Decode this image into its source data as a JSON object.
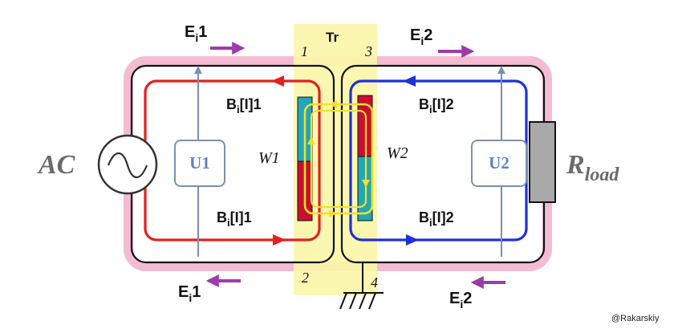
{
  "labels": {
    "ei1_top_base": "E",
    "ei1_top_sub": "i",
    "ei1_top_num": "1",
    "ei2_top_base": "E",
    "ei2_top_sub": "i",
    "ei2_top_num": "2",
    "ei1_bot_base": "E",
    "ei1_bot_sub": "i",
    "ei1_bot_num": "1",
    "ei2_bot_base": "E",
    "ei2_bot_sub": "i",
    "ei2_bot_num": "2",
    "bi1_top": {
      "base": "B",
      "sub": "i",
      "rest": "[I]1"
    },
    "bi1_bot": {
      "base": "B",
      "sub": "i",
      "rest": "[I]1"
    },
    "bi2_top": {
      "base": "B",
      "sub": "i",
      "rest": "[I]2"
    },
    "bi2_bot": {
      "base": "B",
      "sub": "i",
      "rest": "[I]2"
    },
    "tr": "Tr",
    "pin1": "1",
    "pin2": "2",
    "pin3": "3",
    "pin4": "4",
    "w1": "W1",
    "w2": "W2",
    "u1": "U1",
    "u2": "U2",
    "ac": "AC",
    "rload_base": "R",
    "rload_sub": "load",
    "credit": "@Rakarskiy"
  },
  "colors": {
    "pink_loop": "#e0609a",
    "pink_fill": "#f4bcd3",
    "yellow_band": "#fbf6a8",
    "red_loop": "#e32020",
    "blue_loop": "#2030d8",
    "gray_axis": "#7a8fb5",
    "purple_arrow": "#9a3cab",
    "core_yellow": "#f2e02a",
    "coil_red": "#c8102e",
    "coil_teal": "#23a6b6",
    "load_gray": "#a9a9a9"
  }
}
